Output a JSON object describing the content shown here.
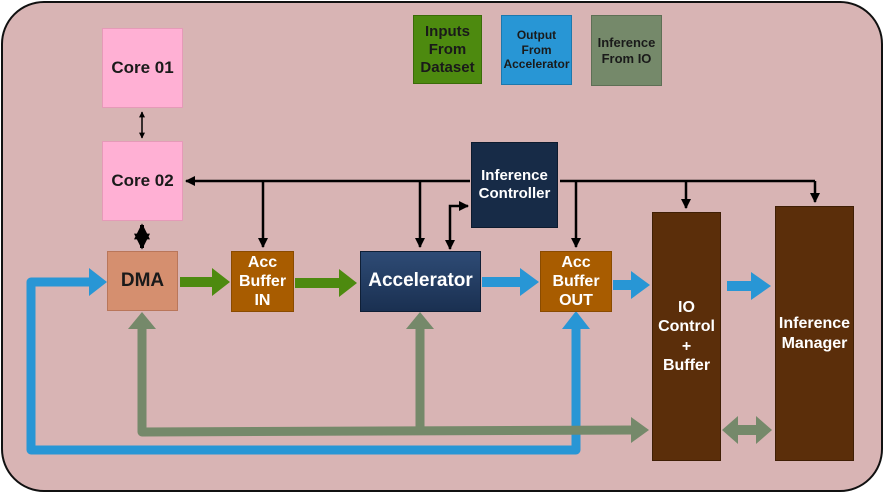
{
  "legend": {
    "inputs": "Inputs\nFrom\nDataset",
    "output": "Output\nFrom\nAccelerator",
    "inference": "Inference\nFrom IO"
  },
  "blocks": {
    "core01": "Core 01",
    "core02": "Core 02",
    "dma": "DMA",
    "acc_buffer_in": "Acc\nBuffer\nIN",
    "accelerator": "Accelerator",
    "inference_controller": "Inference\nController",
    "acc_buffer_out": "Acc\nBuffer\nOUT",
    "io_control": "IO\nControl\n+\nBuffer",
    "inference_manager": "Inference\nManager"
  },
  "colors": {
    "background": "#d8b4b4",
    "input_flow": "#4d8a0f",
    "output_flow": "#2896d5",
    "inference_flow": "#75896a",
    "control_line": "#000000"
  }
}
